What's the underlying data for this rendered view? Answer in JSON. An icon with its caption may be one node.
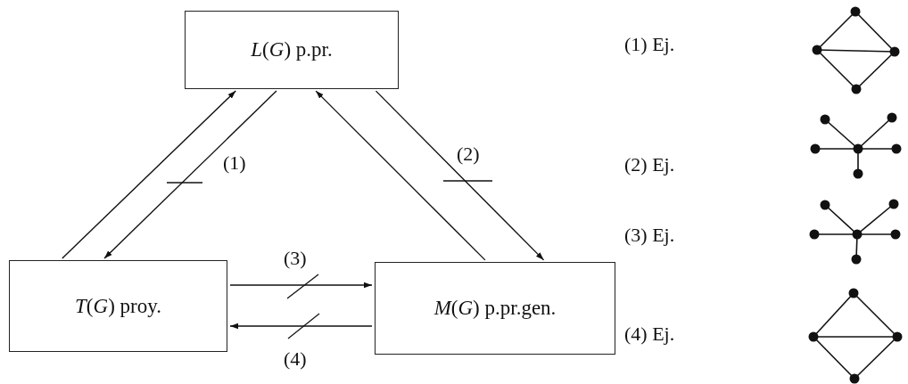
{
  "diagram": {
    "nodes": [
      {
        "text": [
          "*L*(*G*) p.pr."
        ]
      },
      {
        "text": [
          "*T*(*G*) proy."
        ]
      },
      {
        "text": [
          "*M*(*G*) p.pr.gen."
        ]
      }
    ],
    "edges": [
      {
        "from": 1,
        "to": 0,
        "arrow": "to"
      },
      {
        "from": 0,
        "to": 1,
        "arrow": "to",
        "label": "(1)"
      },
      {
        "from": 2,
        "to": 0,
        "arrow": "to"
      },
      {
        "from": 0,
        "to": 2,
        "arrow": "to",
        "label": "(2)"
      },
      {
        "from": 1,
        "to": 2,
        "arrow": "to",
        "label": "(3)"
      },
      {
        "from": 2,
        "to": 1,
        "arrow": "to",
        "label": "(4)"
      }
    ],
    "labels": [
      "(1) Ej.",
      "(2) Ej.",
      "(3) Ej.",
      "(4) Ej."
    ]
  }
}
